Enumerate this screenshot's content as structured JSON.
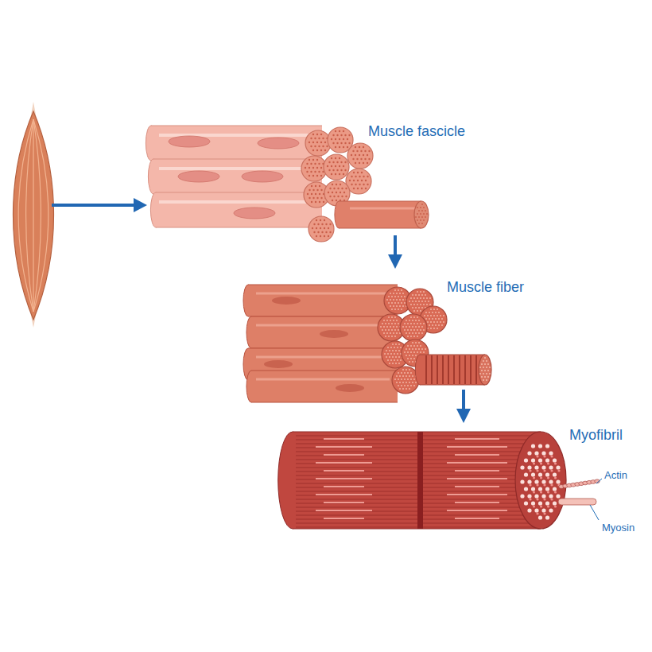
{
  "diagram": {
    "labels": [
      "Muscle fascicle",
      "Muscle fiber",
      "Myofibril",
      "Actin",
      "Myosin"
    ]
  }
}
